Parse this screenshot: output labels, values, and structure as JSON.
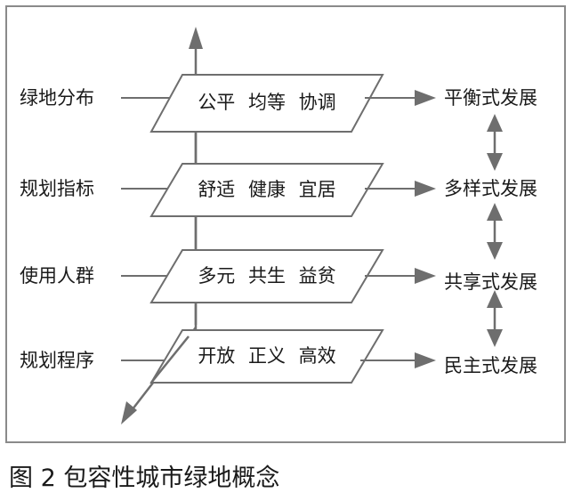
{
  "diagram": {
    "left_labels": [
      "绿地分布",
      "规划指标",
      "使用人群",
      "规划程序"
    ],
    "planes": [
      "公平  均等  协调",
      "舒适  健康  宜居",
      "多元  共生  益贫",
      "开放  正义  高效"
    ],
    "right_labels": [
      "平衡式发展",
      "多样式发展",
      "共享式发展",
      "民主式发展"
    ]
  },
  "caption": "图 2  包容性城市绿地概念",
  "colors": {
    "line": "#6e6e6e",
    "frame": "#8a8a8a",
    "text": "#1a1a1a"
  }
}
